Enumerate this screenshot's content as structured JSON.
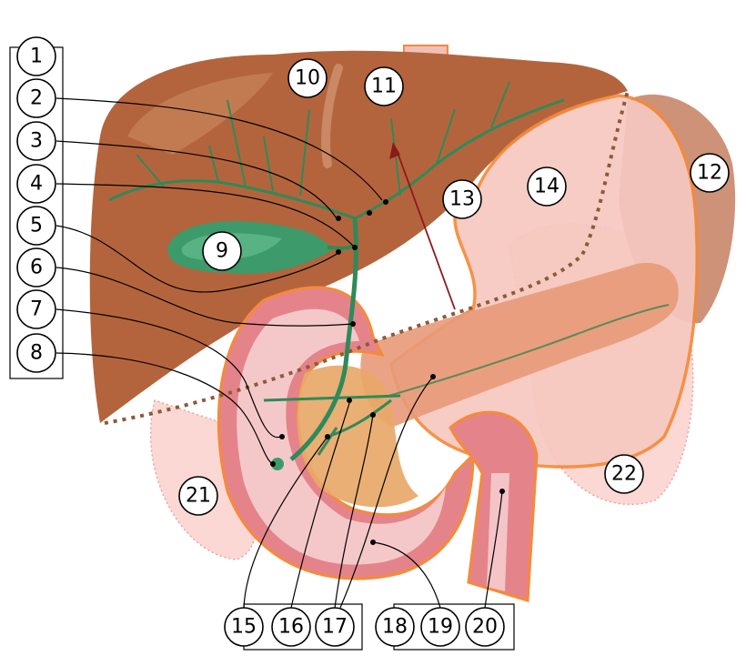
{
  "diagram": {
    "labels": [
      "1",
      "2",
      "3",
      "4",
      "5",
      "6",
      "7",
      "8",
      "9",
      "10",
      "11",
      "12",
      "13",
      "14",
      "15",
      "16",
      "17",
      "18",
      "19",
      "20",
      "21",
      "22"
    ]
  },
  "colors": {
    "liver": "#b4643c",
    "liver_light": "#c8845a",
    "bile_duct": "#2e8a5a",
    "gallbladder": "#3d9a6a",
    "stomach": "#f6c8c0",
    "stomach_outline": "#f58a3a",
    "spleen": "#c9866a",
    "pancreas": "#e89a78",
    "duodenum": "#e4848a",
    "duodenum_light": "#f7d4d4",
    "pancreas_head": "#e8a868",
    "kidney_zone": "#fbd8d4",
    "arrow": "#8b1a1a",
    "dotted_line": "#8b5a3a"
  }
}
